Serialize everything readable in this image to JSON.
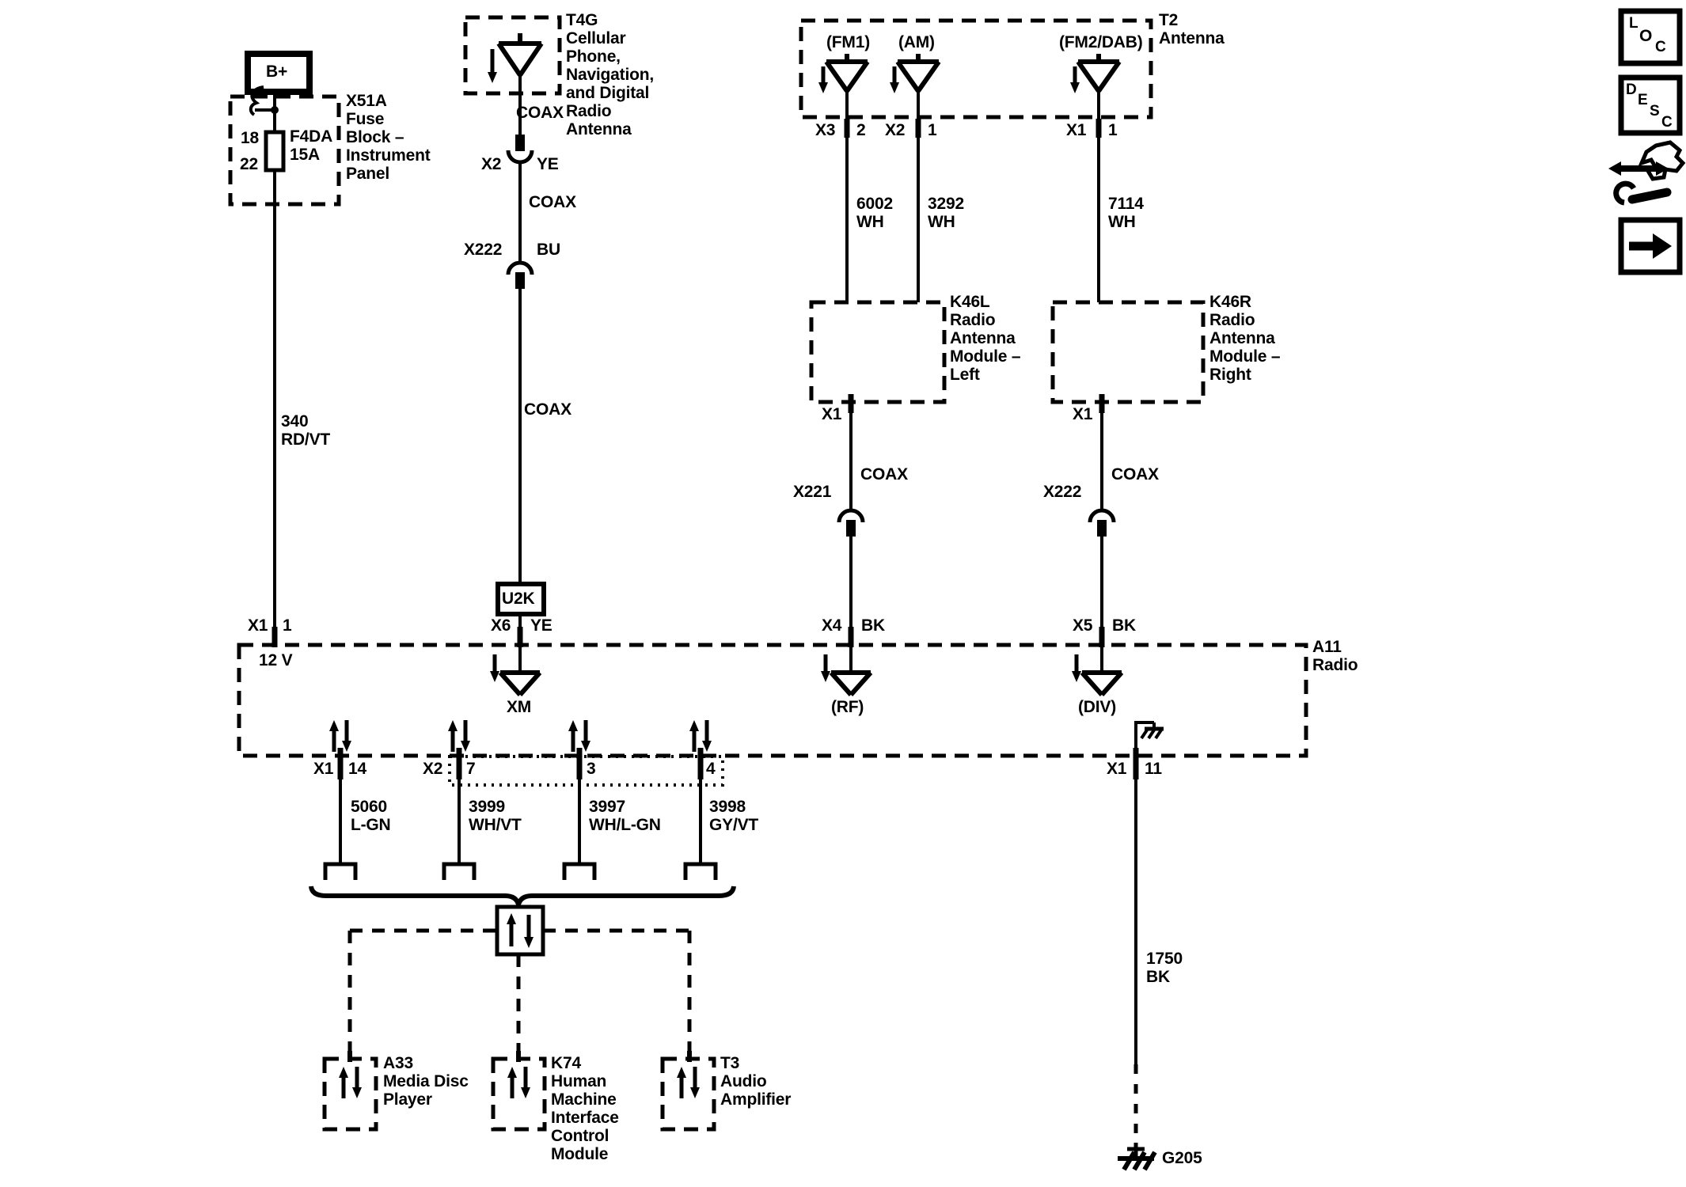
{
  "diagram": {
    "power": {
      "battery": "B+",
      "fuse_block_designator_name": "X51A\nFuse\nBlock –\nInstrument\nPanel",
      "pin_top": "18",
      "pin_bottom": "22",
      "fuse": "F4DA\n15A",
      "wire": "340\nRD/VT"
    },
    "t4g": {
      "designator_name": "T4G\nCellular\nPhone,\nNavigation,\nand Digital\nRadio\nAntenna",
      "coax": "COAX",
      "x2": "X2",
      "ye": "YE",
      "x222": "X222",
      "bu": "BU",
      "u2k": "U2K"
    },
    "t2": {
      "designator_name": "T2\nAntenna",
      "fm1": "(FM1)",
      "am": "(AM)",
      "fm2dab": "(FM2/DAB)",
      "x3": "X3",
      "pin2": "2",
      "x2": "X2",
      "pin1": "1",
      "x1": "X1",
      "pin1b": "1",
      "wire_fm1": "6002\nWH",
      "wire_am": "3292\nWH",
      "wire_fm2": "7114\nWH"
    },
    "k46l": {
      "designator_name": "K46L\nRadio\nAntenna\nModule –\nLeft",
      "x1": "X1",
      "coax": "COAX",
      "x221": "X221"
    },
    "k46r": {
      "designator_name": "K46R\nRadio\nAntenna\nModule –\nRight",
      "x1": "X1",
      "coax": "COAX",
      "x222": "X222"
    },
    "radio": {
      "designator_name": "A11\nRadio",
      "supply": "12 V",
      "x1": "X1",
      "pin1": "1",
      "x6": "X6",
      "ye": "YE",
      "xm": "XM",
      "x4": "X4",
      "bk": "BK",
      "rf": "(RF)",
      "x5": "X5",
      "bk2": "BK",
      "div": "(DIV)",
      "pin_x1": "X1",
      "pin14": "14",
      "pin_x2": "X2",
      "pin7": "7",
      "pin3": "3",
      "pin4": "4",
      "gnd_x1": "X1",
      "pin11": "11"
    },
    "data_wires": {
      "w1": "5060\nL-GN",
      "w2": "3999\nWH/VT",
      "w3": "3997\nWH/L-GN",
      "w4": "3998\nGY/VT"
    },
    "ground": {
      "wire": "1750\nBK",
      "name": "G205"
    },
    "modules": {
      "a33": "A33\nMedia Disc\nPlayer",
      "k74": "K74\nHuman\nMachine\nInterface\nControl\nModule",
      "t3": "T3\nAudio\nAmplifier"
    },
    "icons": {
      "loc": [
        "L",
        "O",
        "C"
      ],
      "desc": [
        "D",
        "E",
        "S",
        "C"
      ]
    },
    "colors": {
      "ink": "#000000",
      "paper": "#ffffff"
    }
  }
}
